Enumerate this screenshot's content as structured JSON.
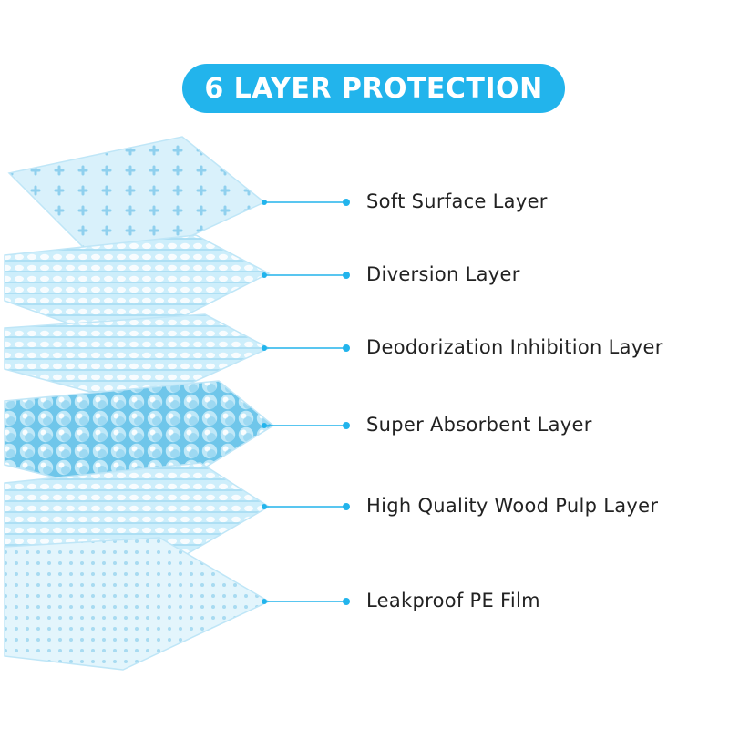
{
  "title": "6 LAYER PROTECTION",
  "colors": {
    "accent": "#22b4ec",
    "layer_light": "#d9f1fb",
    "layer_mid": "#9fd9f1",
    "layer_dark": "#5fbde6",
    "text": "#222222"
  },
  "layers": [
    {
      "label": "Soft Surface Layer",
      "pattern": "dotted-sheet"
    },
    {
      "label": "Diversion Layer",
      "pattern": "woven-fibers"
    },
    {
      "label": "Deodorization Inhibition Layer",
      "pattern": "woven-fibers"
    },
    {
      "label": "Super Absorbent Layer",
      "pattern": "beads"
    },
    {
      "label": "High Quality Wood Pulp Layer",
      "pattern": "woven-fibers"
    },
    {
      "label": "Leakproof PE Film",
      "pattern": "perforated-film"
    }
  ]
}
